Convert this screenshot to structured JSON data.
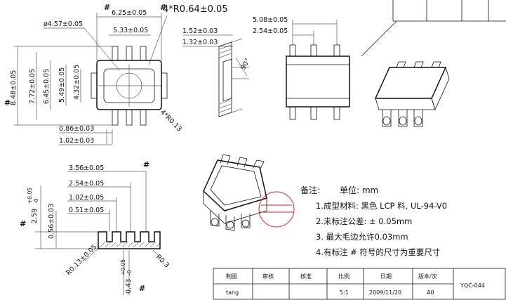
{
  "top_view": {
    "dims": {
      "d_pin_pitch_outer": "6.25±0.05",
      "d_radius4": "4*R0.64±0.05",
      "d_dia": "ø4.57±0.05",
      "d_width_inner": "5.33±0.05",
      "d_848": "8.48±0.05",
      "d_772": "7.72±0.05",
      "d_645": "6.45±0.05",
      "d_549": "5.49±0.05",
      "d_432": "4.32±0.05",
      "d_r013": "4*R0.13",
      "d_086": "0.86±0.03",
      "d_102": "1.02±0.03"
    },
    "hash": "#"
  },
  "side_view": {
    "d_152": "1.52±0.03",
    "d_132": "1.32±0.03",
    "angle": "90°"
  },
  "pin_view": {
    "d_508": "5.08±0.05",
    "d_254": "2.54±0.05"
  },
  "section_view": {
    "d_356": "3.56±0.05",
    "d_254": "2.54±0.05",
    "d_102": "1.02±0.05",
    "d_051": "0.51±0.05",
    "d_259_a": "2.59",
    "d_259_b": "+0.05",
    "d_259_c": "-0",
    "d_056": "0.56±0.03",
    "d_r013": "R0.13±0.05",
    "d_r03": "R0.3",
    "d_043_a": "0.43",
    "d_043_b": "+0.05",
    "d_043_c": "-0"
  },
  "notes": {
    "header_label": "备注:",
    "unit_label": "单位: mm",
    "line1": "1.成型材料:  黑色 LCP 料, UL-94-V0",
    "line2": "2.未标注公差:  ± 0.05mm",
    "line3": "3.  最大毛边允许0.03mm",
    "line4": "4.有标注 # 符号的尺寸为重要尺寸"
  },
  "title_block": {
    "headers": [
      "制图",
      "审核",
      "核准",
      "比例",
      "日期",
      "版本/次"
    ],
    "values": [
      "tang",
      "",
      "",
      "5:1",
      "2009/11/20",
      "A0"
    ],
    "drawing_no": "YQC-044"
  }
}
